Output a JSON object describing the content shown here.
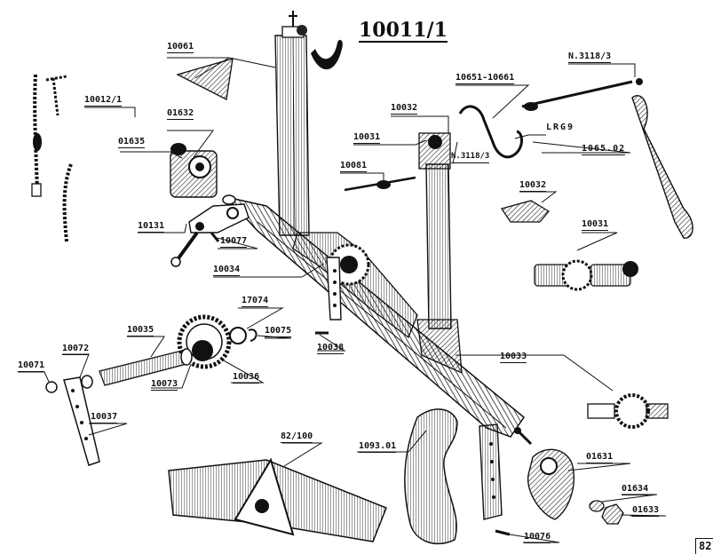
{
  "title": "10011/1",
  "page_number": "82",
  "labels": {
    "l10061": "10061",
    "l10012_1": "10012/1",
    "l01632": "01632",
    "l01635": "01635",
    "l10032a": "10032",
    "l10031a": "10031",
    "l10651": "10651-10661",
    "lN3118_3a": "N.3118/3",
    "lN3118_3b": "N.3118/3",
    "lLRG9": "LRG9",
    "l1065_02": "1065.02",
    "l10081": "10081",
    "l10032b": "10032",
    "l10031b": "10031",
    "l10131": "10131",
    "l10077": "10077",
    "l10034": "10034",
    "l17074": "17074",
    "l10075": "10075",
    "l10035": "10035",
    "l10038": "10038",
    "l10033": "10033",
    "l10072": "10072",
    "l10071": "10071",
    "l10073": "10073",
    "l10036": "10036",
    "l10037": "10037",
    "l82_100": "82/100",
    "l1093_01": "1093.01",
    "l01631": "01631",
    "l01634": "01634",
    "l01633": "01633",
    "l10076": "10076"
  }
}
